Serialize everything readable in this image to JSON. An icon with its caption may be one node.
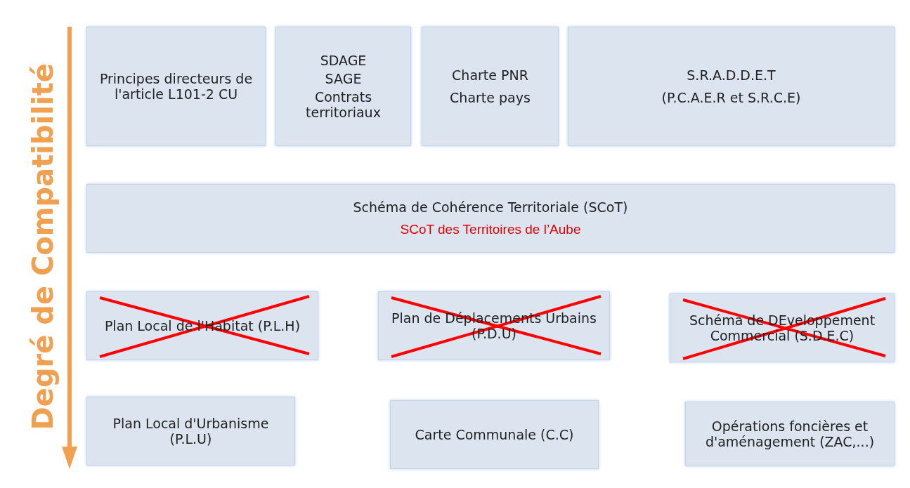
{
  "diagram": {
    "nodes": [
      {
        "text": [
          "Principes directeurs de l'article L101-2 CU"
        ]
      },
      {
        "text": [
          "SDAGE",
          "SAGE",
          "Contrats territoriaux"
        ]
      },
      {
        "text": [
          "Charte PNR",
          "Charte pays"
        ]
      },
      {
        "text": [
          "S.R.A.D.D.E.T",
          "(P.C.A.E.R et S.R.C.E)"
        ]
      },
      {
        "text": [
          "Schéma de Cohérence Territoriale (SCoT)",
          "SCoT des Territoires de l’Aube"
        ]
      },
      {
        "text": [
          "Plan Local de l'Habitat (P.L.H)"
        ]
      },
      {
        "text": [
          "Plan de Déplacements Urbains (P.D.U)"
        ]
      },
      {
        "text": [
          "Schéma de DEveloppement Commercial (S.D.E.C)"
        ]
      },
      {
        "text": [
          "Plan Local d'Urbanisme (P.L.U)"
        ]
      },
      {
        "text": [
          "Carte Communale (C.C)"
        ]
      },
      {
        "text": [
          "Opérations foncières et d'aménagement (ZAC,...)"
        ]
      }
    ],
    "edges": [],
    "labels": [
      "Degré de Compatibilité"
    ]
  }
}
